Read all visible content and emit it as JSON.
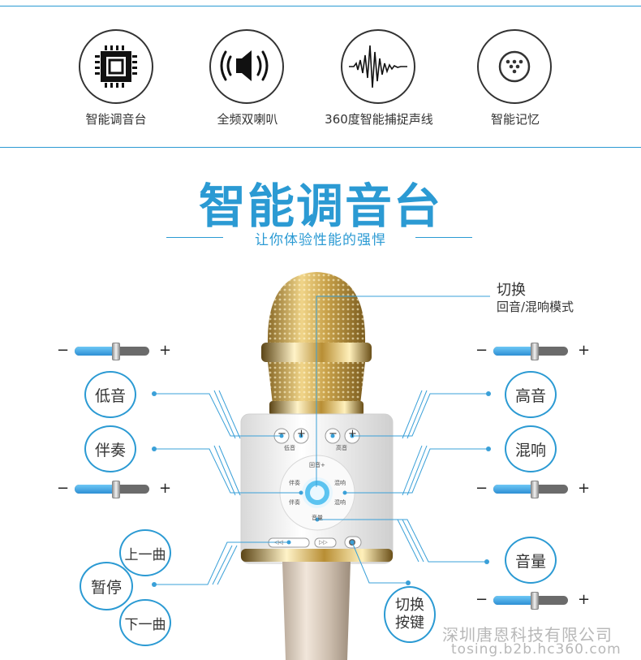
{
  "features": [
    {
      "label": "智能调音台",
      "icon": "chip-icon"
    },
    {
      "label": "全频双喇叭",
      "icon": "speaker-icon"
    },
    {
      "label": "360度智能捕捉声线",
      "icon": "waveform-icon"
    },
    {
      "label": "智能记忆",
      "icon": "memory-icon"
    }
  ],
  "heading": {
    "title": "智能调音台",
    "subtitle": "让你体验性能的强悍"
  },
  "annotations": {
    "switch_mode_title": "切换",
    "switch_mode_sub": "回音/混响模式",
    "bass": "低音",
    "accompaniment": "伴奏",
    "prev_track": "上一曲",
    "pause": "暂停",
    "next_track": "下一曲",
    "treble": "高音",
    "reverb": "混响",
    "volume": "音量",
    "switch_button_line1": "切换",
    "switch_button_line2": "按键"
  },
  "slider_signs": {
    "minus": "−",
    "plus": "+"
  },
  "sliders": [
    {
      "name": "slider-bass",
      "level": 0.55
    },
    {
      "name": "slider-accompaniment",
      "level": 0.55
    },
    {
      "name": "slider-treble",
      "level": 0.55
    },
    {
      "name": "slider-reverb",
      "level": 0.55
    },
    {
      "name": "slider-volume",
      "level": 0.55
    }
  ],
  "device_labels": {
    "minus": "−",
    "plus": "+",
    "bass": "低音",
    "treble": "高音",
    "echo": "回音+",
    "accomp_left": "伴奏",
    "accomp_right": "伴奏",
    "reverb_top": "混响",
    "reverb_bottom": "混响",
    "volume": "音量",
    "prev": "◁◁",
    "next": "▷▷"
  },
  "watermark": {
    "company": "深圳唐恩科技有限公司",
    "site": "tosing.b2b.hc360.com"
  },
  "colors": {
    "accent": "#2b9ad3",
    "gold": "#c9a24a"
  }
}
